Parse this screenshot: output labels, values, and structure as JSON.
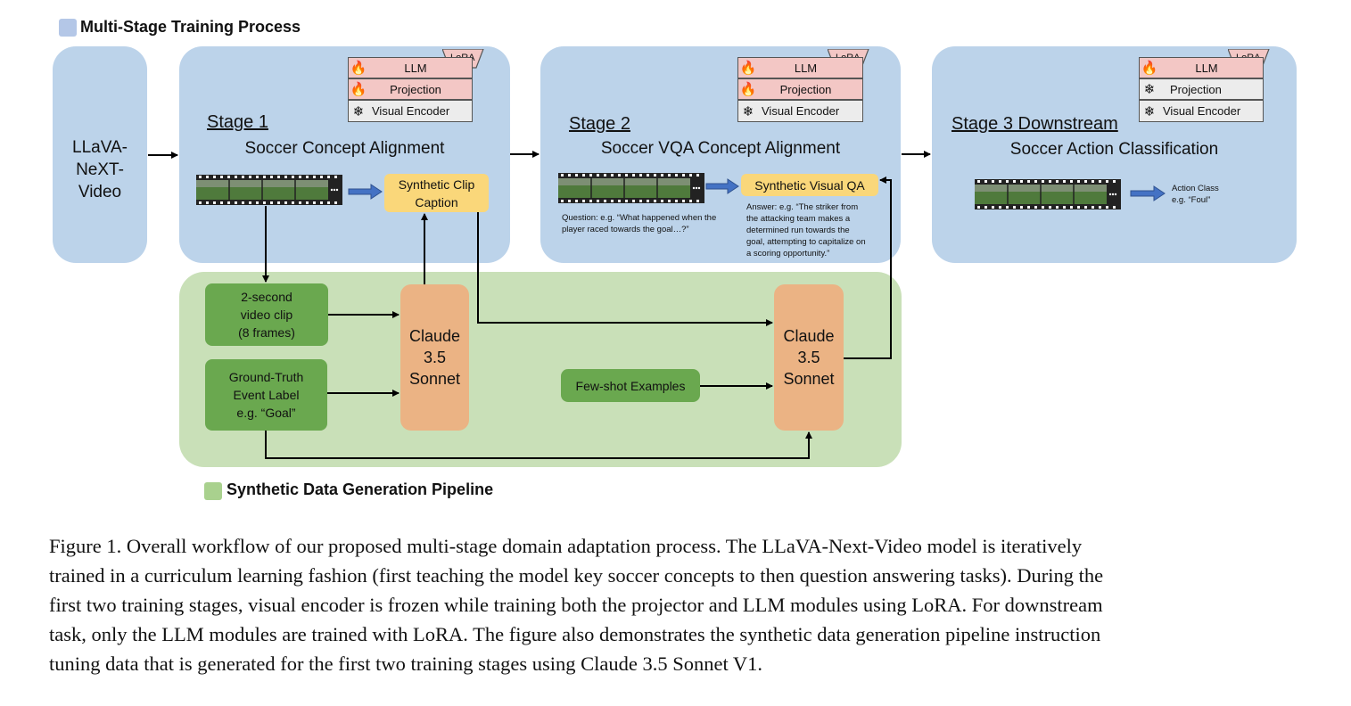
{
  "legend": {
    "training": "Multi-Stage Training Process",
    "pipeline": "Synthetic Data Generation Pipeline",
    "training_color": "#b4c7e7",
    "pipeline_color": "#a9d18e"
  },
  "base_model": {
    "line1": "LLaVA-",
    "line2": "NeXT-",
    "line3": "Video"
  },
  "stage1": {
    "title": "Stage 1",
    "subtitle": "Soccer Concept Alignment",
    "modules": {
      "llm": "LLM",
      "projection": "Projection",
      "visual": "Visual Encoder",
      "lora": "LoRA"
    },
    "output": {
      "line1": "Synthetic Clip",
      "line2": "Caption"
    }
  },
  "stage2": {
    "title": "Stage 2",
    "subtitle": "Soccer VQA Concept Alignment",
    "modules": {
      "llm": "LLM",
      "projection": "Projection",
      "visual": "Visual Encoder",
      "lora": "LoRA"
    },
    "output": "Synthetic Visual QA",
    "question": {
      "line1": "Question: e.g. “What happened when the",
      "line2": "player raced towards the goal…?”"
    },
    "answer": {
      "line1": "Answer: e.g. “The striker from",
      "line2": "the attacking team makes a",
      "line3": "determined run towards the",
      "line4": "goal, attempting to capitalize on",
      "line5": "a scoring opportunity.”"
    }
  },
  "stage3": {
    "title": "Stage 3 Downstream",
    "subtitle": "Soccer Action Classification",
    "modules": {
      "llm": "LLM",
      "projection": "Projection",
      "visual": "Visual Encoder",
      "lora": "LoRA"
    },
    "output": {
      "line1": "Action Class",
      "line2": "e.g.  “Foul”"
    }
  },
  "pipeline": {
    "clip": {
      "line1": "2-second",
      "line2": "video clip",
      "line3": "(8 frames)"
    },
    "label": {
      "line1": "Ground-Truth",
      "line2": "Event Label",
      "line3": "e.g. “Goal”"
    },
    "fewshot": "Few-shot Examples",
    "claude1": {
      "line1": "Claude",
      "line2": "3.5",
      "line3": "Sonnet"
    },
    "claude2": {
      "line1": "Claude",
      "line2": "3.5",
      "line3": "Sonnet"
    }
  },
  "icons": {
    "trainable": "flame-icon",
    "frozen": "snowflake-icon",
    "more_frames": "ellipsis-icon"
  },
  "caption": {
    "line1": "Figure 1.  Overall workflow of our proposed multi-stage domain adaptation process.  The LLaVA-Next-Video model is iteratively",
    "line2": "trained in a curriculum learning fashion (first teaching the model key soccer concepts to then question answering tasks). During the",
    "line3": "first two training stages, visual encoder is frozen while training both the projector and LLM modules using LoRA. For downstream",
    "line4": "task, only the LLM modules are trained with LoRA. The figure also demonstrates the synthetic data generation pipeline instruction",
    "line5": "tuning data that is generated for the first two training stages using Claude 3.5 Sonnet V1."
  }
}
